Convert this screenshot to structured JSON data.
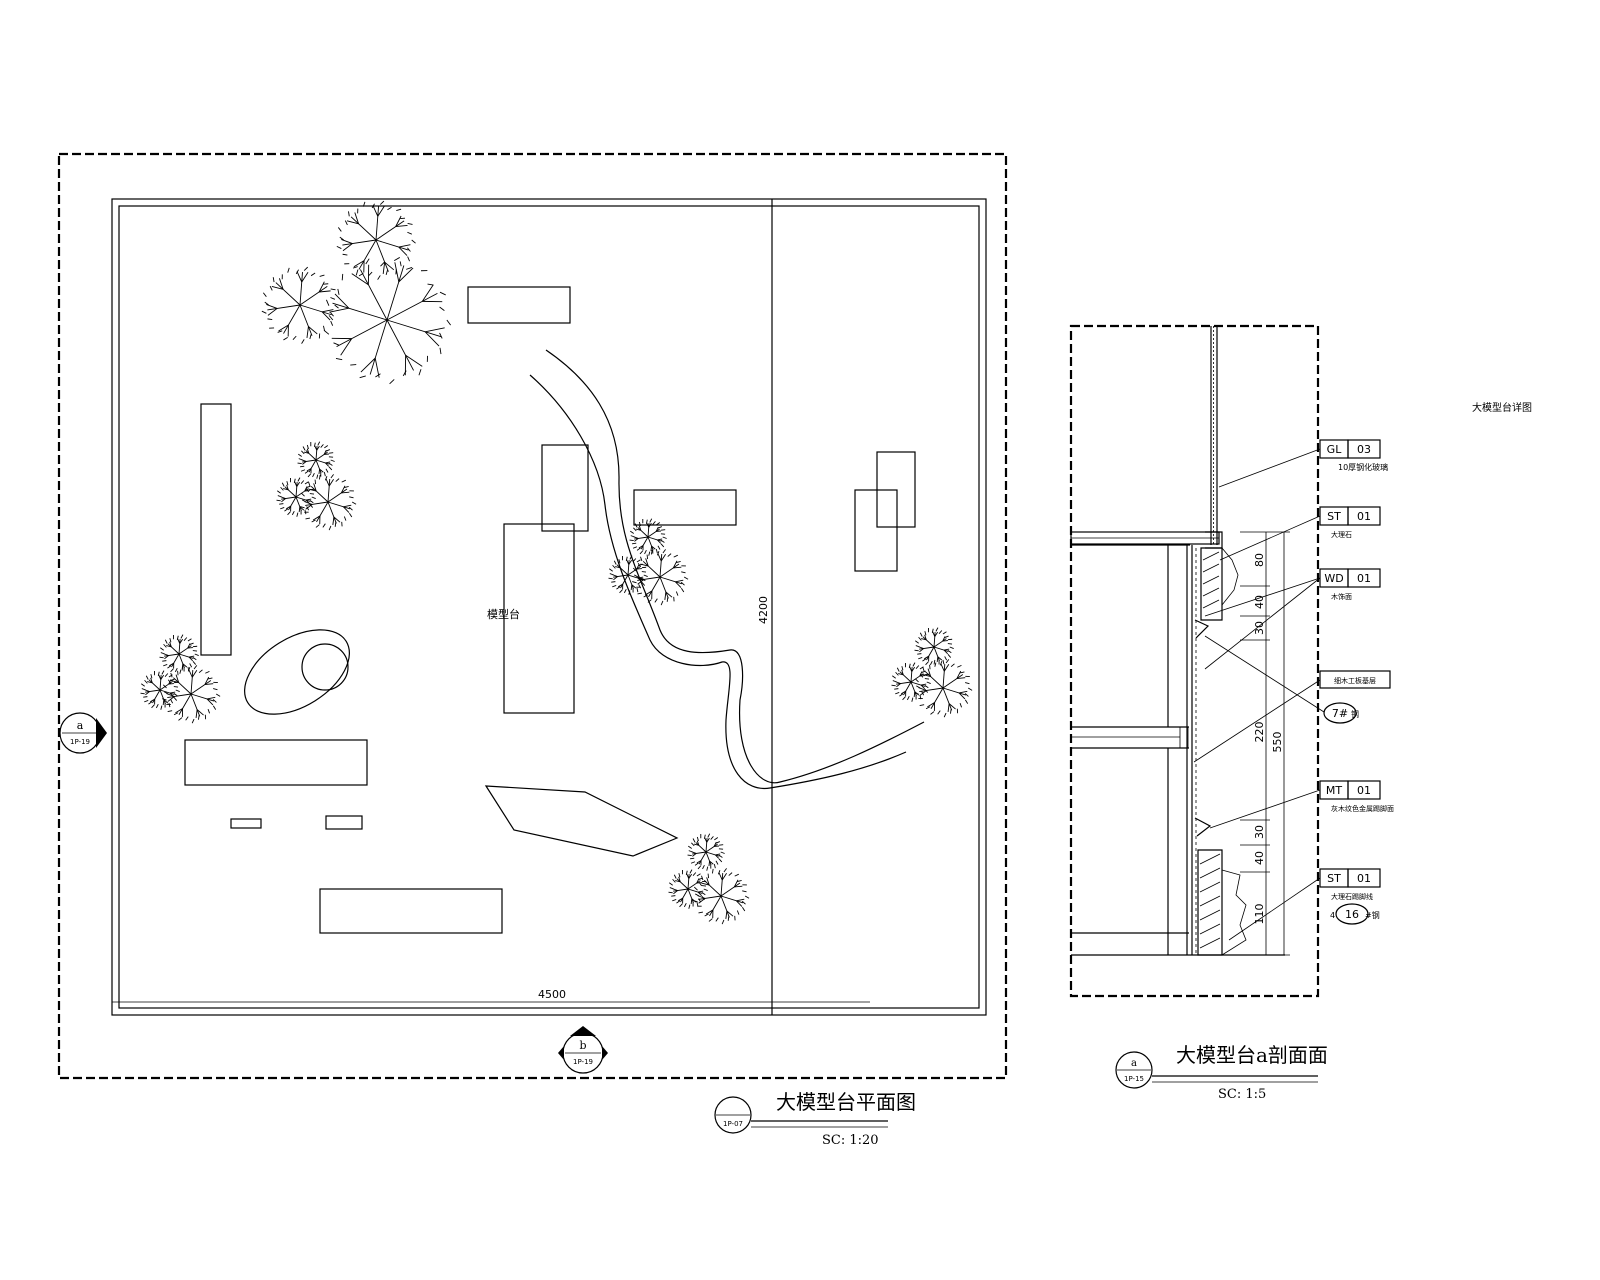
{
  "plan": {
    "title": "大模型台平面图",
    "scale": "SC: 1:20",
    "sheet_ref": "1P-07",
    "center_label": "模型台",
    "dim_width": "4500",
    "dim_height": "4200",
    "section_mark_a": {
      "letter": "a",
      "sheet": "1P-19"
    },
    "section_mark_b": {
      "letter": "b",
      "sheet": "1P-19"
    }
  },
  "section": {
    "title": "大模型台a剖面面",
    "scale": "SC: 1:5",
    "mark": {
      "letter": "a",
      "sheet": "1P-15"
    },
    "corner_note": "大模型台详图",
    "tags": [
      {
        "code": "GL",
        "num": "03",
        "note": "10厚钢化玻璃"
      },
      {
        "code": "ST",
        "num": "01",
        "note": "大理石"
      },
      {
        "code": "WD",
        "num": "01",
        "note": "木饰面"
      },
      {
        "code": "MT",
        "num": "01",
        "note": "灰木纹色金属踢脚面"
      },
      {
        "code": "ST",
        "num": "01",
        "note": "大理石踢脚线"
      }
    ],
    "box_note": "细木工板基层",
    "bubble_7": "7#",
    "bubble_7_tail": "钢",
    "bubble_16_prefix": "4",
    "bubble_16": "16",
    "bubble_16_tail": "#钢",
    "dims": [
      "80",
      "40",
      "30",
      "220",
      "550",
      "30",
      "40",
      "110"
    ]
  }
}
